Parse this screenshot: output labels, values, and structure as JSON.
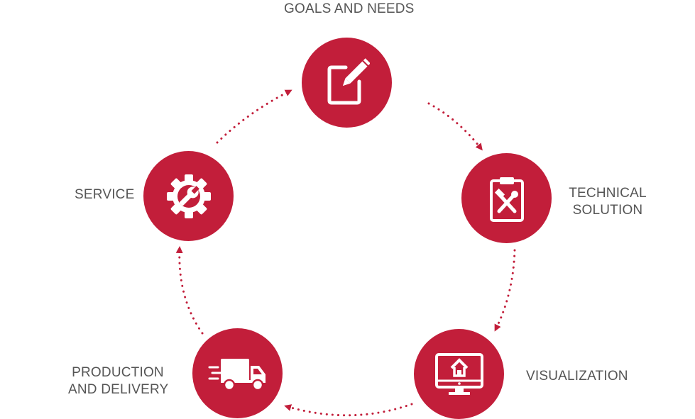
{
  "colors": {
    "accent": "#c21e3a",
    "label_text": "#555555"
  },
  "steps": [
    {
      "label_lines": [
        "GOALS AND NEEDS"
      ],
      "icon": "clipboard-pencil-icon"
    },
    {
      "label_lines": [
        "TECHNICAL",
        "SOLUTION"
      ],
      "icon": "clipboard-tools-icon"
    },
    {
      "label_lines": [
        "VISUALIZATION"
      ],
      "icon": "monitor-house-icon"
    },
    {
      "label_lines": [
        "PRODUCTION",
        "AND DELIVERY"
      ],
      "icon": "delivery-truck-icon"
    },
    {
      "label_lines": [
        "SERVICE"
      ],
      "icon": "gear-wrench-icon"
    }
  ]
}
